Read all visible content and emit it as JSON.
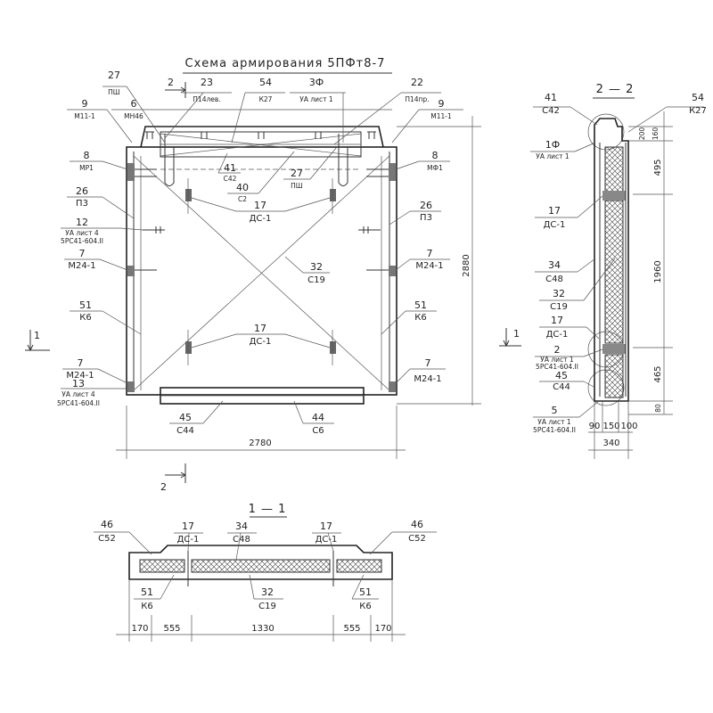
{
  "title": "Схема армирования 5ПФт8-7",
  "main_view": {
    "section_mark_top": "2",
    "section_mark_bottom": "2",
    "section_mark_left": "1",
    "callouts": [
      {
        "num": "27",
        "code": "ПШ"
      },
      {
        "num": "23",
        "code": "П14лев."
      },
      {
        "num": "54",
        "code": "К27"
      },
      {
        "num": "3Ф",
        "code": "УА лист 1"
      },
      {
        "num": "22",
        "code": "П14пр."
      },
      {
        "num": "9",
        "code": "М11-1"
      },
      {
        "num": "6",
        "code": "МН46"
      },
      {
        "num": "9",
        "code": "М11-1"
      },
      {
        "num": "8",
        "code": "МР1"
      },
      {
        "num": "8",
        "code": "МФ1"
      },
      {
        "num": "41",
        "code": "С42"
      },
      {
        "num": "40",
        "code": "С2"
      },
      {
        "num": "27",
        "code": "ПШ"
      },
      {
        "num": "17",
        "code": "ДС-1"
      },
      {
        "num": "26",
        "code": "П3"
      },
      {
        "num": "26",
        "code": "П3"
      },
      {
        "num": "12",
        "code": "УА лист 4",
        "code2": "5РС41-604.II"
      },
      {
        "num": "7",
        "code": "М24-1"
      },
      {
        "num": "7",
        "code": "М24-1"
      },
      {
        "num": "32",
        "code": "С19"
      },
      {
        "num": "51",
        "code": "К6"
      },
      {
        "num": "51",
        "code": "К6"
      },
      {
        "num": "17",
        "code": "ДС-1"
      },
      {
        "num": "7",
        "code": "М24-1"
      },
      {
        "num": "7",
        "code": "М24-1"
      },
      {
        "num": "13",
        "code": "УА лист 4",
        "code2": "5РС41-604.II"
      },
      {
        "num": "45",
        "code": "С44"
      },
      {
        "num": "44",
        "code": "С6"
      }
    ],
    "dim_width": "2780",
    "dim_height": "2880"
  },
  "section_1_1": {
    "title": "1 — 1",
    "callouts": [
      {
        "num": "46",
        "code": "С52"
      },
      {
        "num": "17",
        "code": "ДС-1"
      },
      {
        "num": "34",
        "code": "С48"
      },
      {
        "num": "17",
        "code": "ДС-1"
      },
      {
        "num": "46",
        "code": "С52"
      },
      {
        "num": "51",
        "code": "К6"
      },
      {
        "num": "32",
        "code": "С19"
      },
      {
        "num": "51",
        "code": "К6"
      }
    ],
    "dims": [
      "170",
      "555",
      "1330",
      "555",
      "170"
    ]
  },
  "section_2_2": {
    "title": "2 — 2",
    "section_mark": "1",
    "callouts": [
      {
        "num": "41",
        "code": "С42"
      },
      {
        "num": "54",
        "code": "К27"
      },
      {
        "num": "1Ф",
        "code": "УА лист 1"
      },
      {
        "num": "17",
        "code": "ДС-1"
      },
      {
        "num": "34",
        "code": "С48"
      },
      {
        "num": "32",
        "code": "С19"
      },
      {
        "num": "17",
        "code": "ДС-1"
      },
      {
        "num": "2",
        "code": "УА лист 1",
        "code2": "5РС41-604.II"
      },
      {
        "num": "45",
        "code": "С44"
      },
      {
        "num": "5",
        "code": "УА лист 1",
        "code2": "5РС41-604.II"
      }
    ],
    "dims_vertical": [
      "200",
      "160",
      "495",
      "1960",
      "465",
      "80"
    ],
    "dims_horizontal": [
      "90",
      "150",
      "100"
    ],
    "dim_total": "340"
  }
}
